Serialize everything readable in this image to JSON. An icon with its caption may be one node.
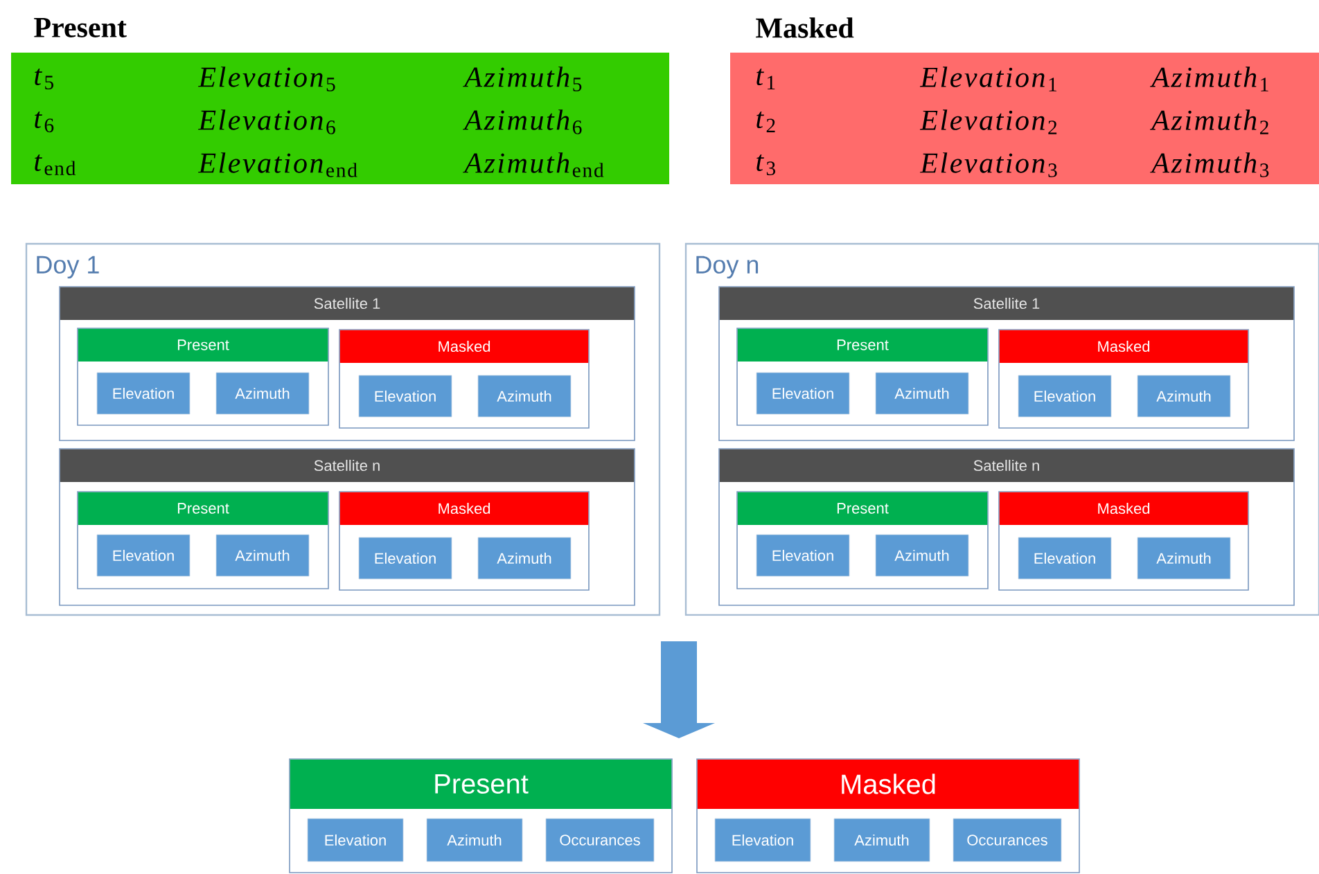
{
  "diagram": {
    "nodes": [
      {
        "text": [
          "Present",
          "*t*$_{5}$",
          "*Elevation*$_{5}$",
          "*Azimuth*$_{5}$",
          "*t*$_{6}$",
          "*Elevation*$_{6}$",
          "*Azimuth*$_{6}$",
          "*t*$_{end}$",
          "*Elevation*$_{end}$",
          "*Azimuth*$_{end}$"
        ]
      },
      {
        "text": [
          "Masked",
          "*t*$_{1}$",
          "*Elevation*$_{1}$",
          "*Azimuth*$_{1}$",
          "*t*$_{2}$",
          "*Elevation*$_{2}$",
          "*Azimuth*$_{2}$",
          "*t*$_{3}$",
          "*Elevation*$_{3}$",
          "*Azimuth*$_{3}$"
        ]
      },
      {
        "text": [
          "Doy 1"
        ]
      },
      {
        "text": [
          "Satellite 1"
        ],
        "in": 2
      },
      {
        "text": [
          "Present"
        ],
        "in": 3
      },
      {
        "text": [
          "Elevation"
        ],
        "in": 4
      },
      {
        "text": [
          "Azimuth"
        ],
        "in": 4
      },
      {
        "text": [
          "Masked"
        ],
        "in": 3
      },
      {
        "text": [
          "Elevation"
        ],
        "in": 7
      },
      {
        "text": [
          "Azimuth"
        ],
        "in": 7
      },
      {
        "text": [
          "Satellite n"
        ],
        "in": 2
      },
      {
        "text": [
          "Present"
        ],
        "in": 10
      },
      {
        "text": [
          "Elevation"
        ],
        "in": 11
      },
      {
        "text": [
          "Azimuth"
        ],
        "in": 11
      },
      {
        "text": [
          "Masked"
        ],
        "in": 10
      },
      {
        "text": [
          "Elevation"
        ],
        "in": 14
      },
      {
        "text": [
          "Azimuth"
        ],
        "in": 14
      },
      {
        "text": [
          "Doy n"
        ]
      },
      {
        "text": [
          "Satellite 1"
        ],
        "in": 17
      },
      {
        "text": [
          "Present"
        ],
        "in": 18
      },
      {
        "text": [
          "Elevation"
        ],
        "in": 19
      },
      {
        "text": [
          "Azimuth"
        ],
        "in": 19
      },
      {
        "text": [
          "Masked"
        ],
        "in": 18
      },
      {
        "text": [
          "Elevation"
        ],
        "in": 22
      },
      {
        "text": [
          "Azimuth"
        ],
        "in": 22
      },
      {
        "text": [
          "Satellite n"
        ],
        "in": 17
      },
      {
        "text": [
          "Present"
        ],
        "in": 25
      },
      {
        "text": [
          "Elevation"
        ],
        "in": 26
      },
      {
        "text": [
          "Azimuth"
        ],
        "in": 26
      },
      {
        "text": [
          "Masked"
        ],
        "in": 25
      },
      {
        "text": [
          "Elevation"
        ],
        "in": 29
      },
      {
        "text": [
          "Azimuth"
        ],
        "in": 29
      },
      {
        "text": [
          "Present"
        ]
      },
      {
        "text": [
          "Elevation"
        ],
        "in": 32
      },
      {
        "text": [
          "Azimuth"
        ],
        "in": 32
      },
      {
        "text": [
          "Occurances"
        ],
        "in": 32
      },
      {
        "text": [
          "Masked"
        ]
      },
      {
        "text": [
          "Elevation"
        ],
        "in": 36
      },
      {
        "text": [
          "Azimuth"
        ],
        "in": 36
      },
      {
        "text": [
          "Occurances"
        ],
        "in": 36
      }
    ]
  }
}
